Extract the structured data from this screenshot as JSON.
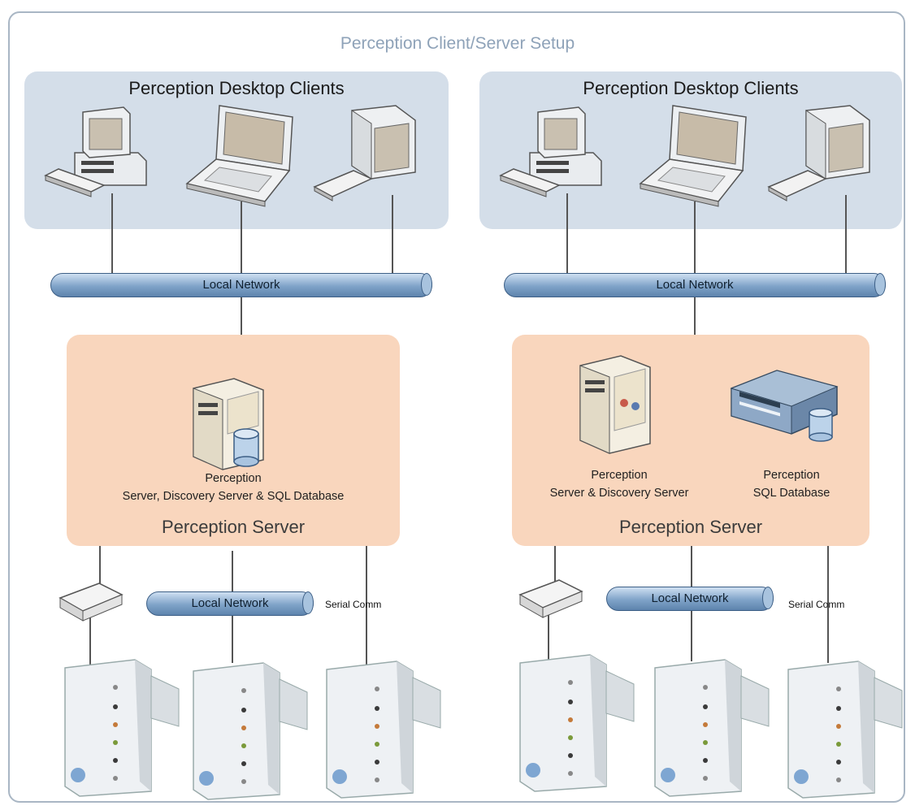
{
  "diagram": {
    "title": "Perception Client/Server Setup",
    "left": {
      "clients_title": "Perception Desktop Clients",
      "top_network": "Local Network",
      "server_caption_line1": "Perception",
      "server_caption_line2": "Server, Discovery Server & SQL Database",
      "server_title": "Perception Server",
      "bottom_network": "Local Network",
      "serial": "Serial Comm"
    },
    "right": {
      "clients_title": "Perception Desktop Clients",
      "top_network": "Local Network",
      "server_a_line1": "Perception",
      "server_a_line2": "Server & Discovery Server",
      "server_b_line1": "Perception",
      "server_b_line2": "SQL Database",
      "server_title": "Perception Server",
      "bottom_network": "Local Network",
      "serial": "Serial Comm"
    },
    "icons": [
      "desktop-pc-icon",
      "laptop-icon",
      "crt-monitor-icon",
      "tower-server-icon",
      "rack-server-icon",
      "database-icon",
      "network-adapter-icon",
      "acquisition-device-icon"
    ]
  }
}
